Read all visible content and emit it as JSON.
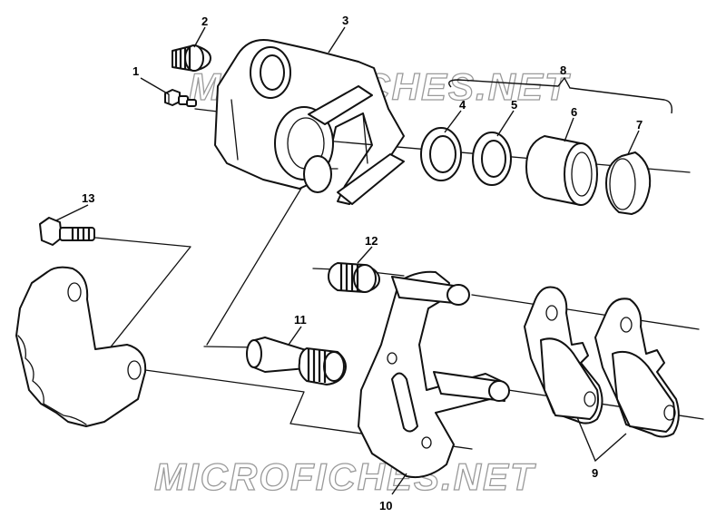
{
  "watermark": {
    "text_top": "MICROFICHES.NET",
    "text_bottom": "MICROFICHES.NET",
    "color": "#9a9a9a"
  },
  "callouts": [
    {
      "id": "1",
      "label": "1"
    },
    {
      "id": "2",
      "label": "2"
    },
    {
      "id": "3",
      "label": "3"
    },
    {
      "id": "4",
      "label": "4"
    },
    {
      "id": "5",
      "label": "5"
    },
    {
      "id": "6",
      "label": "6"
    },
    {
      "id": "7",
      "label": "7"
    },
    {
      "id": "8",
      "label": "8"
    },
    {
      "id": "9",
      "label": "9"
    },
    {
      "id": "10",
      "label": "10"
    },
    {
      "id": "11",
      "label": "11"
    },
    {
      "id": "12",
      "label": "12"
    },
    {
      "id": "13",
      "label": "13"
    }
  ],
  "colors": {
    "line": "#111111",
    "background": "#ffffff"
  }
}
